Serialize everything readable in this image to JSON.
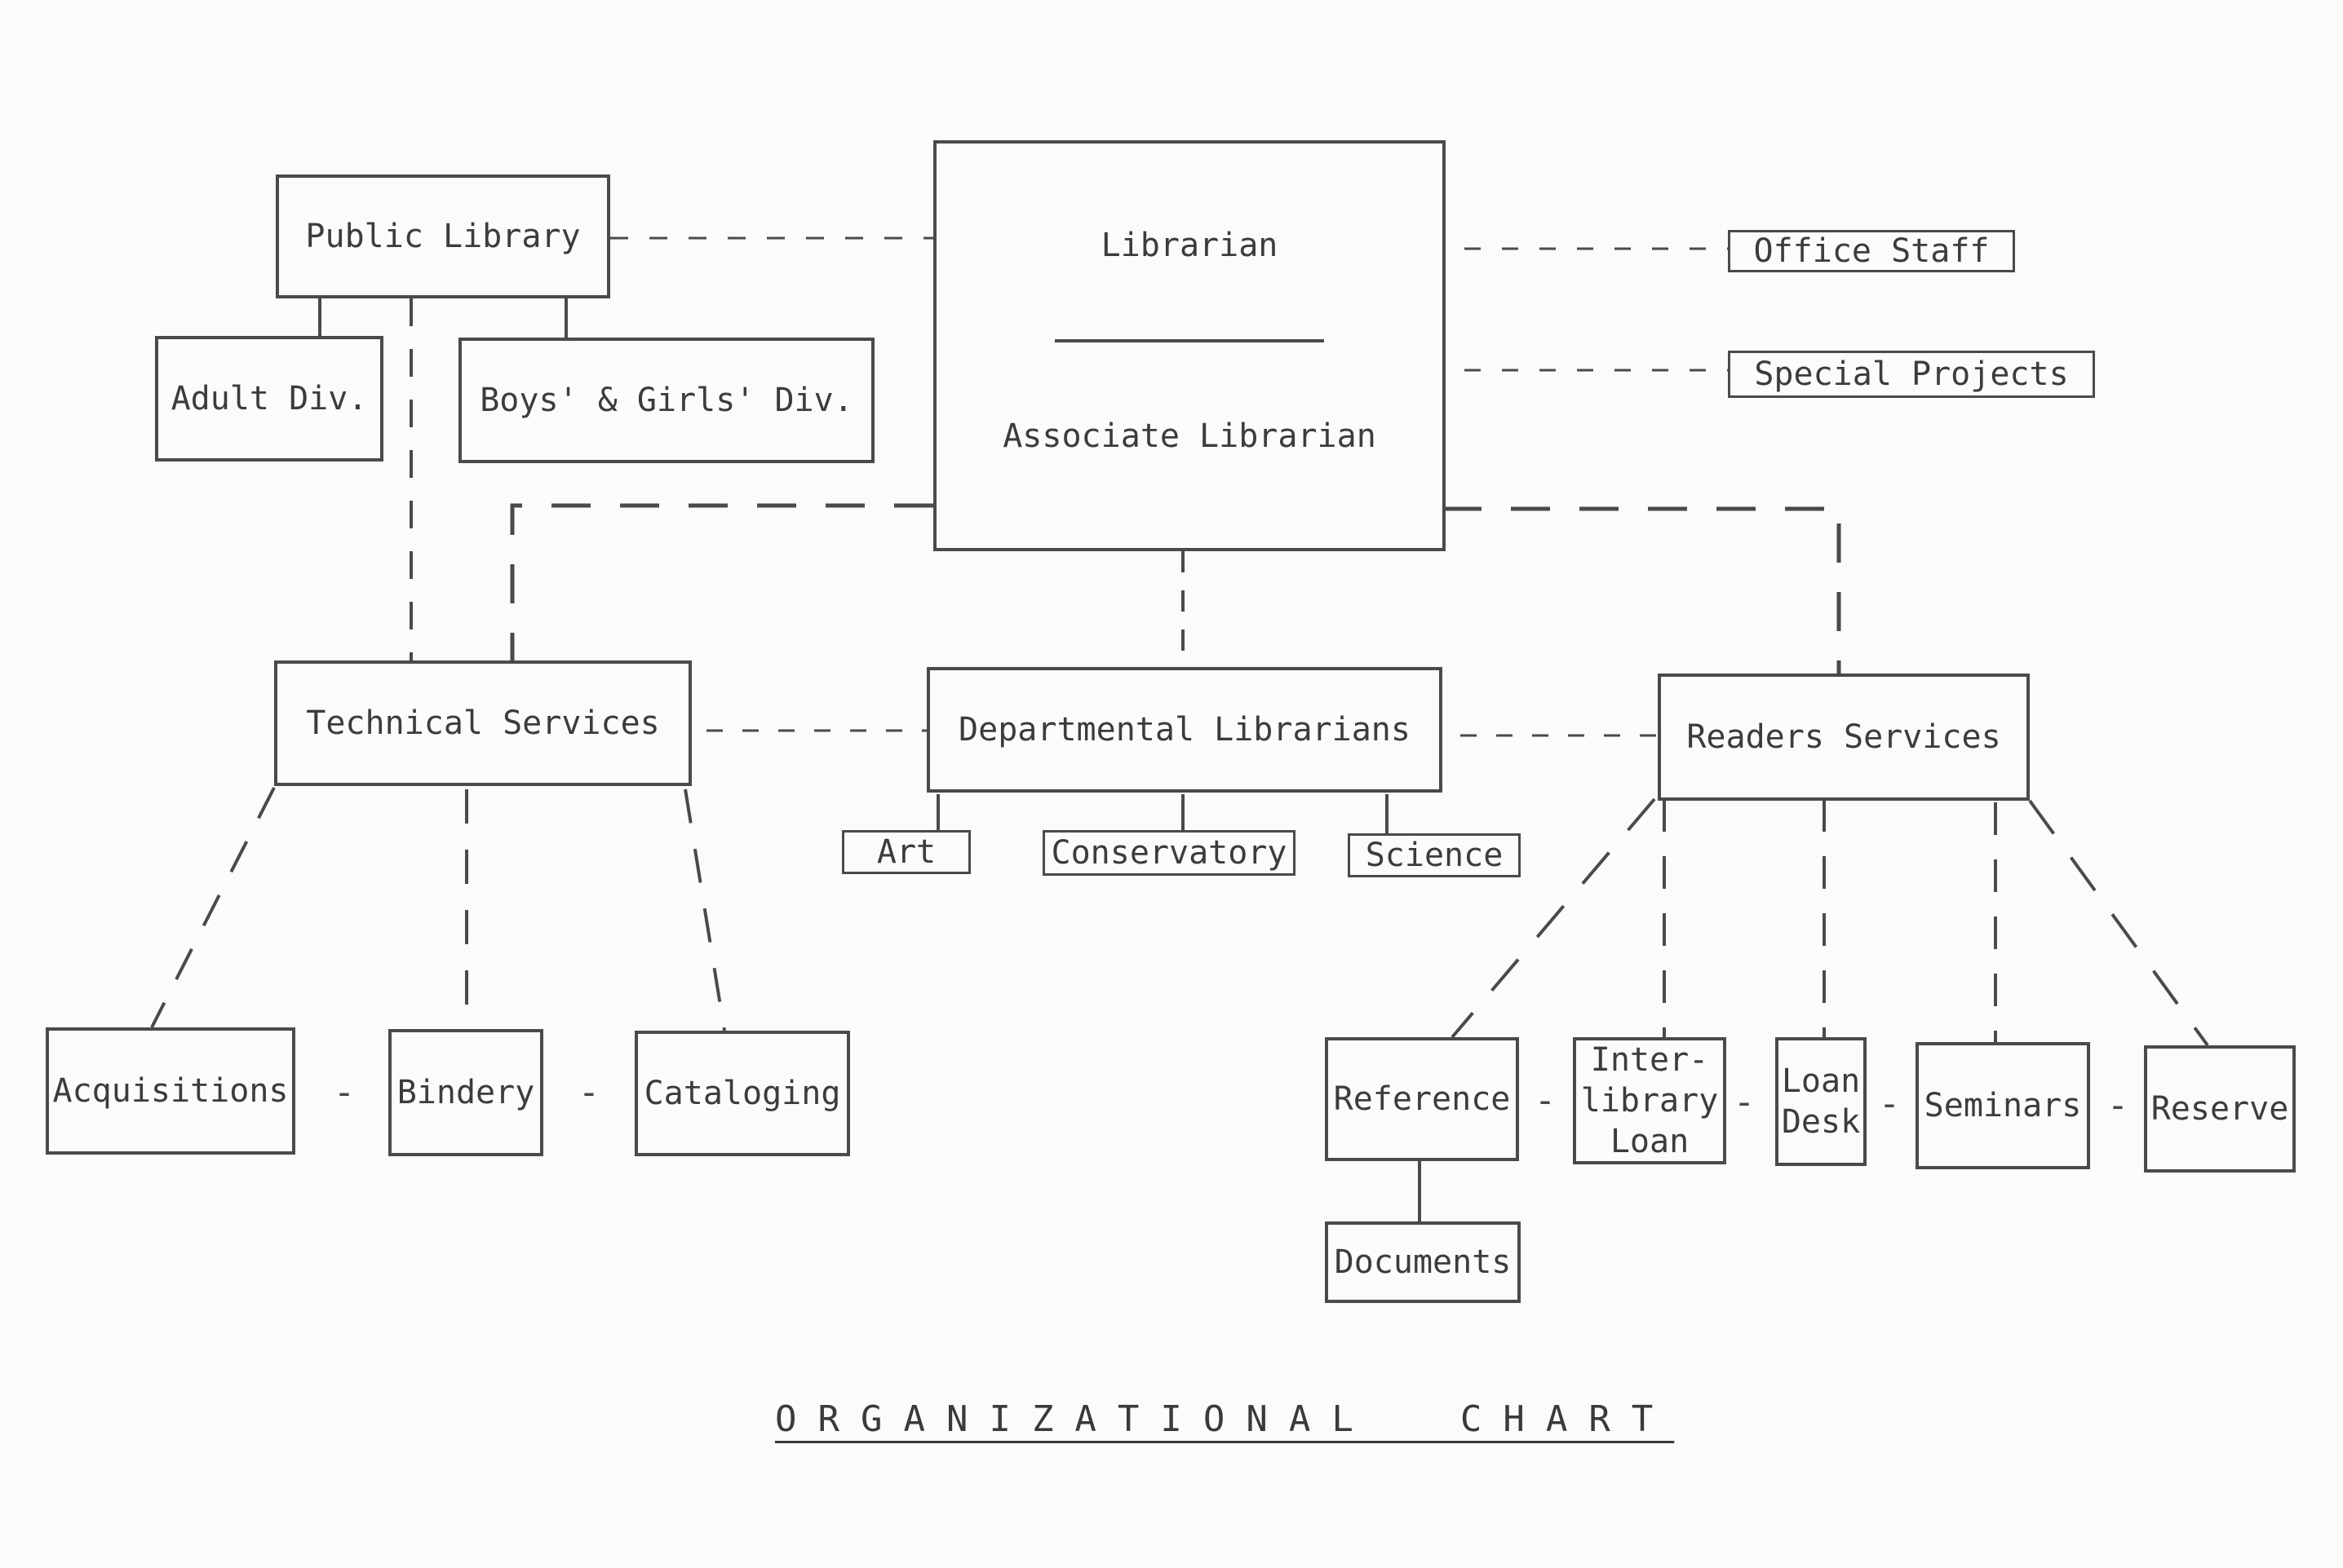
{
  "title": "ORGANIZATIONAL  CHART",
  "nodes": {
    "public_library": "Public Library",
    "adult_div": "Adult Div.",
    "boys_girls_div": "Boys' & Girls' Div.",
    "librarian": "Librarian",
    "associate_librarian": "Associate Librarian",
    "office_staff": "Office Staff",
    "special_projects": "Special Projects",
    "technical_services": "Technical Services",
    "departmental_librarians": "Departmental Librarians",
    "readers_services": "Readers Services",
    "art": "Art",
    "conservatory": "Conservatory",
    "science": "Science",
    "acquisitions": "Acquisitions",
    "bindery": "Bindery",
    "cataloging": "Cataloging",
    "reference": "Reference",
    "interlibrary_loan": "Inter-\nlibrary\nLoan",
    "loan_desk": "Loan\nDesk",
    "seminars": "Seminars",
    "reserve": "Reserve",
    "documents": "Documents"
  },
  "separators": {
    "dash": "-"
  },
  "colors": {
    "ink": "#4a4a4a",
    "paper": "#fbfbf9"
  }
}
